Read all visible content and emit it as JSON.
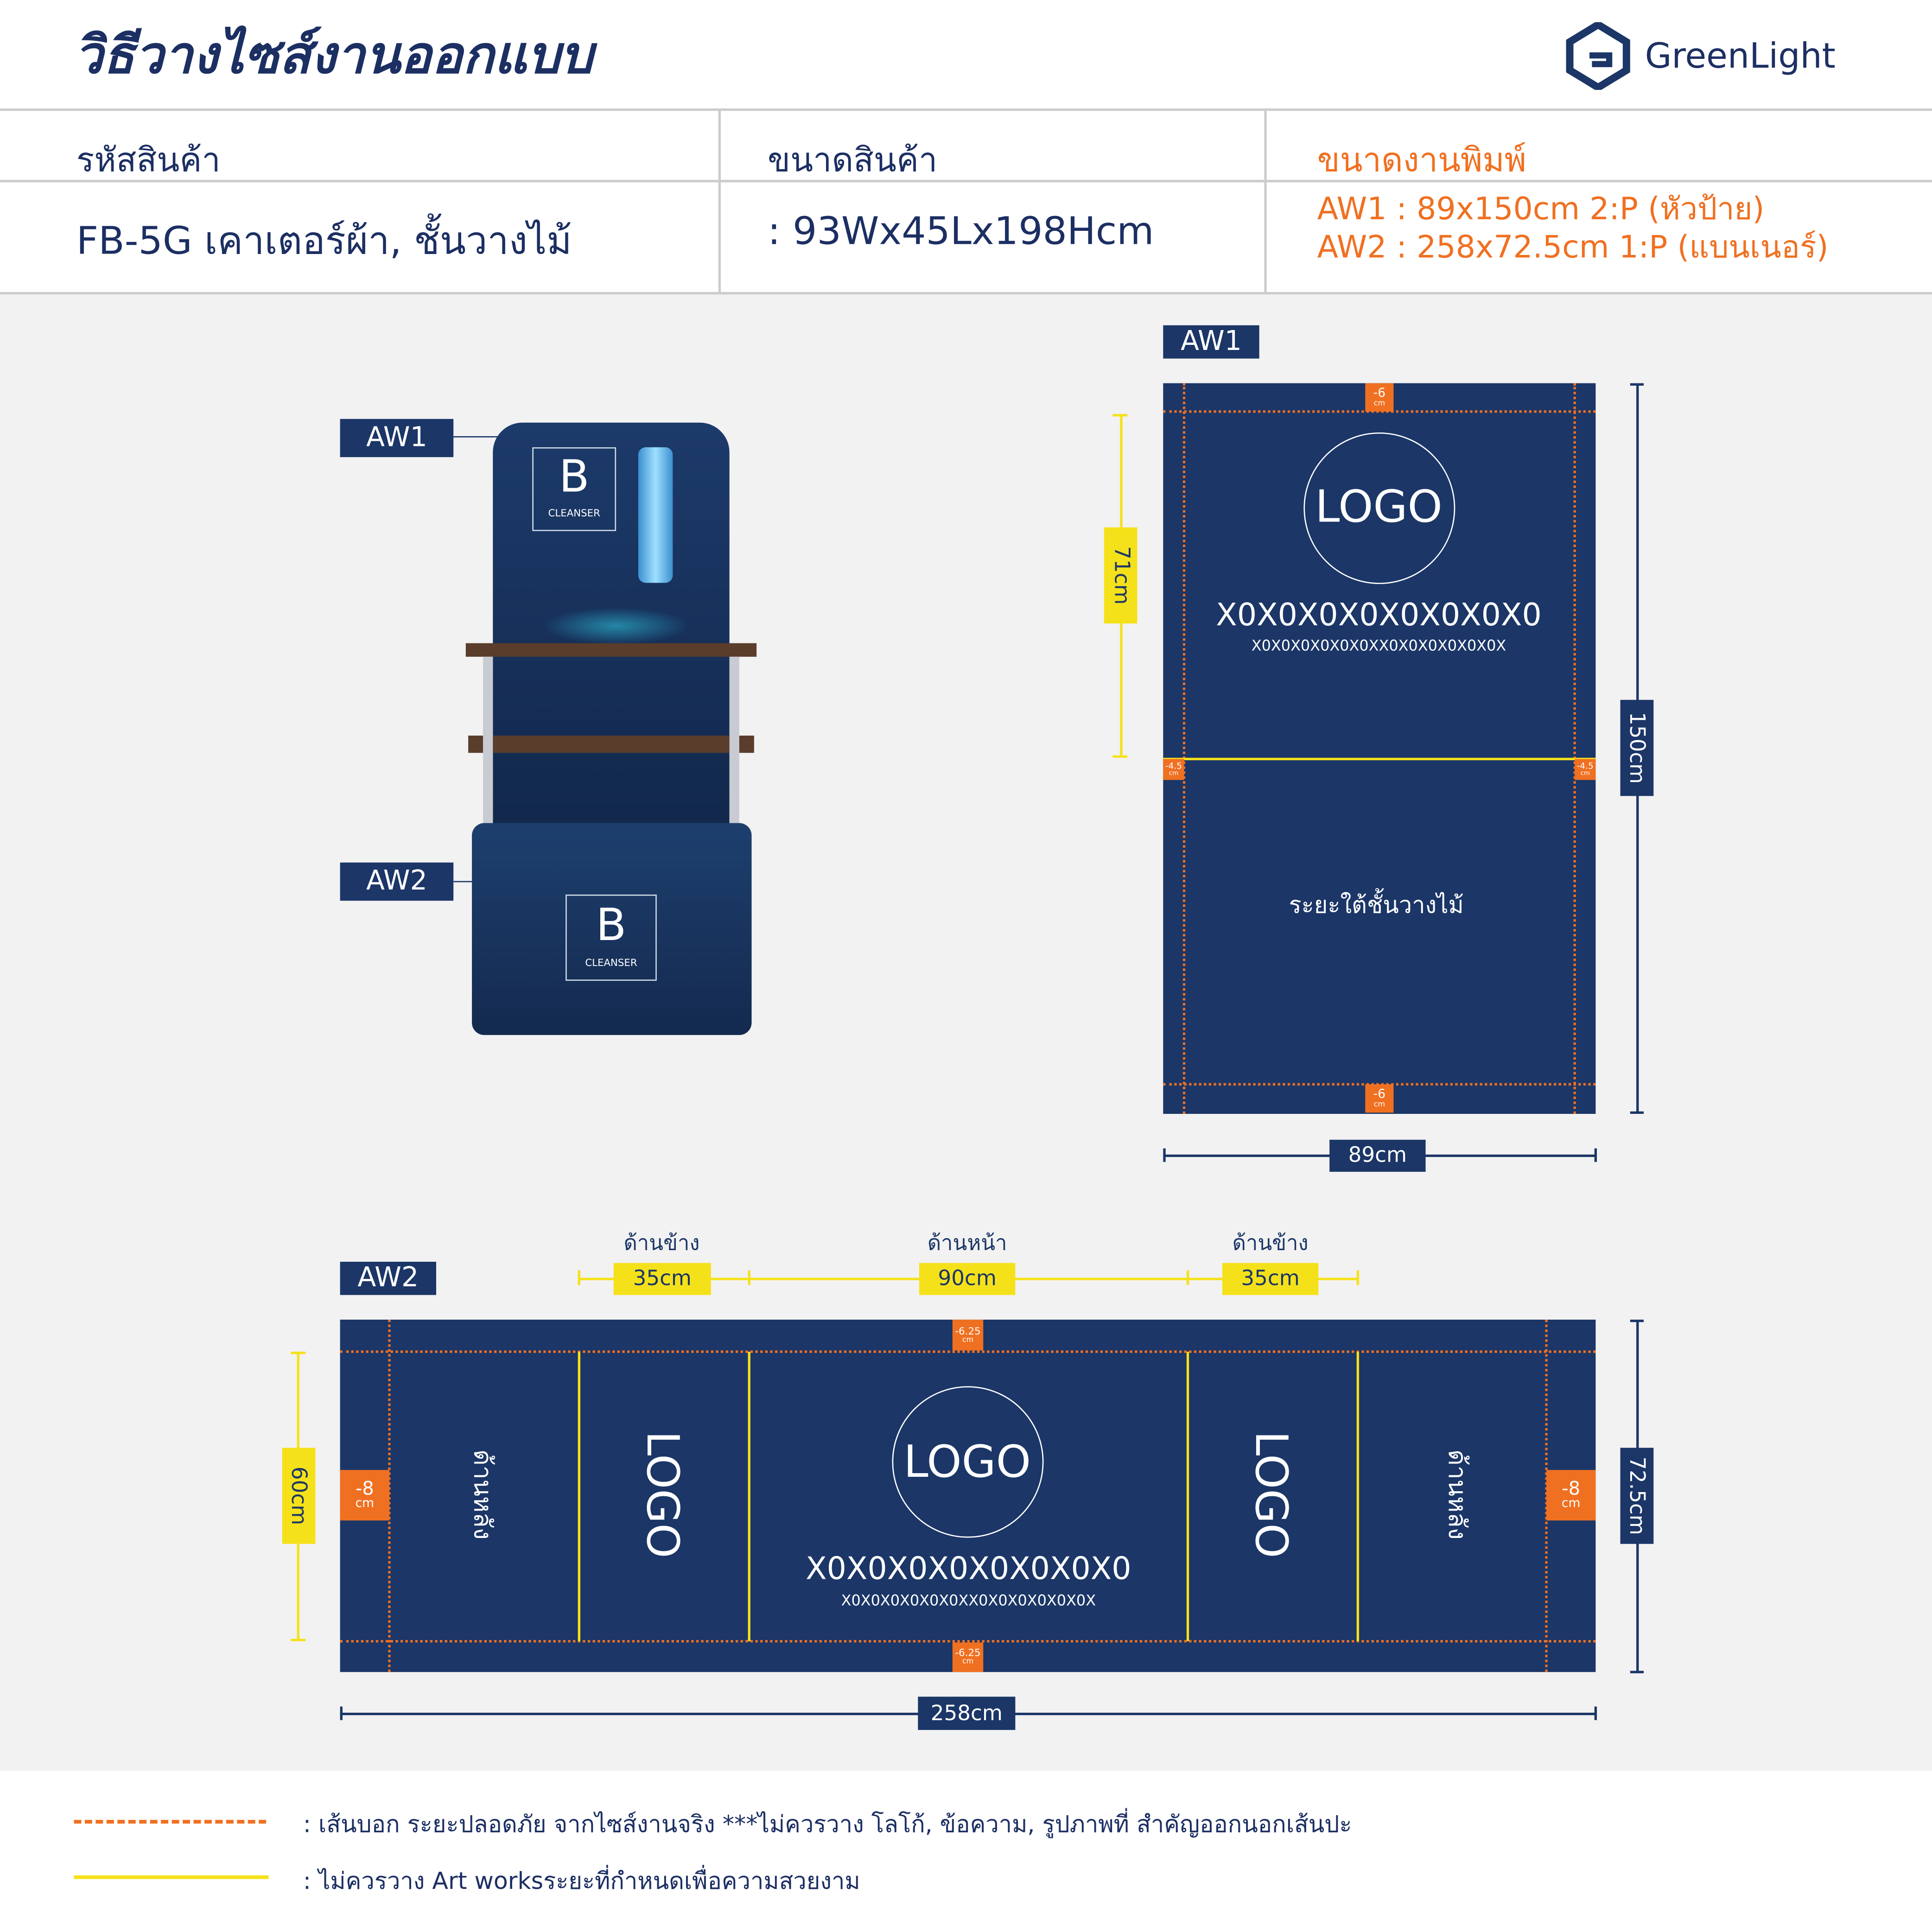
{
  "header": {
    "title": "วิธีวางไซส์งานออกแบบ",
    "brand": "GreenLight"
  },
  "info": {
    "code_label": "รหัสสินค้า",
    "code_value": "FB-5G เคาเตอร์ผ้า, ชั้นวางไม้",
    "size_label": "ขนาดสินค้า",
    "size_value": ": 93Wx45Lx198Hcm",
    "print_label": "ขนาดงานพิมพ์",
    "print_aw1": "AW1 : 89x150cm 2:P (หัวป้าย)",
    "print_aw2": "AW2 : 258x72.5cm 1:P (แบนเนอร์)"
  },
  "product": {
    "aw1": "AW1",
    "aw2": "AW2",
    "brand_letter": "B",
    "brand_name": "CLEANSER"
  },
  "aw1": {
    "label": "AW1",
    "logo": "LOGO",
    "text_large": "X0X0X0X0X0X0X0X0",
    "text_small": "X0X0X0X0X0X0XX0X0X0X0X0X0X",
    "under_shelf": "ระยะใต้ชั้นวางไม้",
    "badge_top": "-6",
    "badge_bottom": "-6",
    "badge_side": "-4.5",
    "unit": "cm",
    "dim_safe": "71cm",
    "dim_height": "150cm",
    "dim_width": "89cm"
  },
  "aw2": {
    "label": "AW2",
    "side_label": "ด้านข้าง",
    "front_label": "ด้านหน้า",
    "side_dim": "35cm",
    "front_dim": "90cm",
    "back": "ด้านหลัง",
    "logo": "LOGO",
    "text_large": "X0X0X0X0X0X0X0X0",
    "text_small": "X0X0X0X0X0X0XX0X0X0X0X0X0X",
    "badge_tb": "-6.25",
    "badge_side": "-8",
    "unit": "cm",
    "dim_safe": "60cm",
    "dim_height": "72.5cm",
    "dim_width": "258cm"
  },
  "legend": {
    "orange": ": เส้นบอก ระยะปลอดภัย จากไซส์งานจริง ***ไม่ควรวาง  โลโก้, ข้อความ, รูปภาพที่ สำคัญออกนอกเส้นปะ",
    "yellow": ": ไม่ควรวาง Art worksระยะที่กำหนดเพื่อความสวยงาม"
  },
  "colors": {
    "navy": "#1b3667",
    "orange": "#f07021",
    "yellow": "#f5e11a"
  }
}
